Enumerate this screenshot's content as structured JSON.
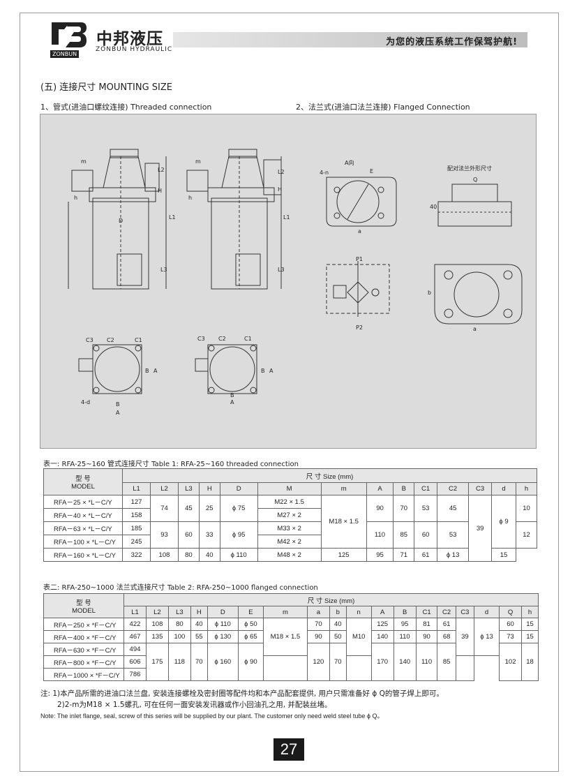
{
  "header": {
    "brand_cn": "中邦液压",
    "brand_en": "ZONBUN HYDRAULIC",
    "logo_mark": "ZONBUN",
    "slogan": "为您的液压系统工作保驾护航!"
  },
  "section": {
    "title": "(五) 连接尺寸  MOUNTING SIZE",
    "sub1": "1、管式(进油口螺纹连接)  Threaded connection",
    "sub2": "2、法兰式(进油口法兰连接)  Flanged Connection"
  },
  "drawing_labels": {
    "a_view": "A向",
    "flange_note": "配对法兰外形尺寸",
    "p1": "P1",
    "p2": "P2",
    "q": "Q",
    "forty": "40",
    "dim_a": "a",
    "dim_b": "b",
    "dim_e": "E",
    "four_n": "4-n",
    "four_d": "4-d",
    "c1": "C1",
    "c2": "C2",
    "c3": "C3",
    "A": "A",
    "B": "B",
    "H": "H",
    "L1": "L1",
    "L2": "L2",
    "L3": "L3",
    "h": "h",
    "m": "m",
    "D": "D"
  },
  "table1": {
    "caption": "表一: RFA-25~160 管式连接尺寸  Table 1: RFA-25~160 threaded connection",
    "model_cn": "型  号",
    "model_en": "MODEL",
    "size_header": "尺    寸  Size  (mm)",
    "columns": [
      "L1",
      "L2",
      "L3",
      "H",
      "D",
      "M",
      "m",
      "A",
      "B",
      "C1",
      "C2",
      "C3",
      "d",
      "h"
    ],
    "rows": [
      [
        "RFA－25 × *L－C/Y",
        "127"
      ],
      [
        "RFA－40 × *L－C/Y",
        "158"
      ],
      [
        "RFA－63 × *L－C/Y",
        "185"
      ],
      [
        "RFA－100 × *L－C/Y",
        "245"
      ],
      [
        "RFA－160 × *L－C/Y",
        "322"
      ]
    ],
    "g1": {
      "L2": "74",
      "L3": "45",
      "H": "25",
      "D": "ϕ 75"
    },
    "g2": {
      "L2": "93",
      "L3": "60",
      "H": "33",
      "D": "ϕ 95"
    },
    "g3": {
      "L2": "108",
      "L3": "80",
      "H": "40",
      "D": "ϕ 110"
    },
    "M": [
      "M22 × 1.5",
      "M27 × 2",
      "M33 × 2",
      "M42 × 2",
      "M48 × 2"
    ],
    "m": "M18 × 1.5",
    "ab1": {
      "A": "90",
      "B": "70",
      "C1": "53",
      "C2": "45",
      "h": "10"
    },
    "ab2": {
      "A": "110",
      "B": "85",
      "C1": "60",
      "C2": "53",
      "h": "12"
    },
    "ab3": {
      "A": "125",
      "B": "95",
      "C1": "71",
      "C2": "61",
      "h": "15"
    },
    "C3": "39",
    "d1": "ϕ 9",
    "d2": "ϕ 13"
  },
  "table2": {
    "caption": "表二: RFA-250~1000 法兰式连接尺寸  Table 2: RFA-250~1000 flanged  connection",
    "model_cn": "型  号",
    "model_en": "MODEL",
    "size_header": "尺    寸  Size  (mm)",
    "columns": [
      "L1",
      "L2",
      "L3",
      "H",
      "D",
      "E",
      "m",
      "a",
      "b",
      "n",
      "A",
      "B",
      "C1",
      "C2",
      "C3",
      "d",
      "Q",
      "h"
    ],
    "rows": [
      [
        "RFA－250 × *F－C/Y",
        "422"
      ],
      [
        "RFA－400 × *F－C/Y",
        "467"
      ],
      [
        "RFA－630 × *F－C/Y",
        "494"
      ],
      [
        "RFA－800 × *F－C/Y",
        "606"
      ],
      [
        "RFA－1000 × *F－C/Y",
        "786"
      ]
    ],
    "r1": {
      "L2": "108",
      "L3": "80",
      "H": "40",
      "D": "ϕ 110",
      "E": "ϕ 50",
      "a": "70",
      "b": "40",
      "A": "125",
      "B": "95",
      "C1": "81",
      "C2": "61",
      "Q": "60",
      "h": "15"
    },
    "r2": {
      "L2": "135",
      "L3": "100",
      "H": "55",
      "D": "ϕ 130",
      "E": "ϕ 65",
      "a": "90",
      "b": "50",
      "A": "140",
      "B": "110",
      "C1": "90",
      "C2": "68",
      "Q": "73",
      "h": "15"
    },
    "g3": {
      "L2": "175",
      "L3": "118",
      "H": "70",
      "D": "ϕ 160",
      "E": "ϕ 90",
      "a": "120",
      "b": "70",
      "A": "170",
      "B": "140",
      "C1": "110",
      "C2": "85",
      "Q": "102",
      "h": "18"
    },
    "m": "M18 × 1.5",
    "n": "M10",
    "C3": "39",
    "d": "ϕ 13"
  },
  "notes": {
    "n1": "注: 1)本产品所需的进油口法兰盘, 安装连接螺栓及密封圈等配件均和本产品配套提供, 用户只需准备好 ϕ Q的管子焊上即可。",
    "n2": "2)2-m为M18 × 1.5螺孔, 可在任何一面安装发讯器或作小回油孔之用, 并配装丝堵。",
    "en": "Note: The inlet flange, seal, screw of this series will be supplied by our plant. The customer only need weld steel tube  ϕ Q。"
  },
  "page_number": "27"
}
